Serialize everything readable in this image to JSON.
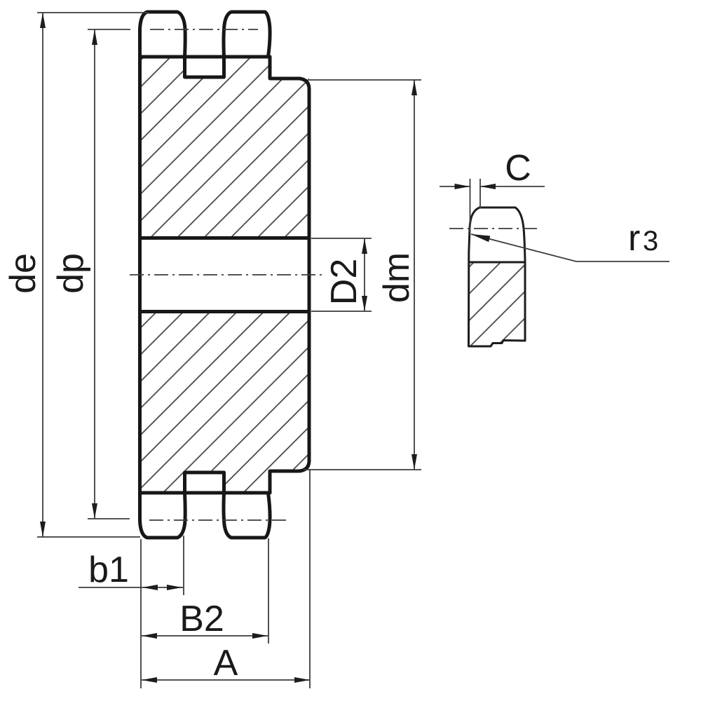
{
  "colors": {
    "background": "#ffffff",
    "outline": "#171717",
    "thin_line": "#3c3c3c",
    "hatch_line": "#444444",
    "text": "#1a1a1a"
  },
  "main_view": {
    "dimension_labels": {
      "de": "de",
      "dp": "dp",
      "d2": "D2",
      "dm": "dm",
      "b1": "b1",
      "b2": "B2",
      "a": "A"
    }
  },
  "detail_view": {
    "dimension_labels": {
      "c": "C",
      "r3_letter": "r",
      "r3_subscript": "3"
    }
  }
}
